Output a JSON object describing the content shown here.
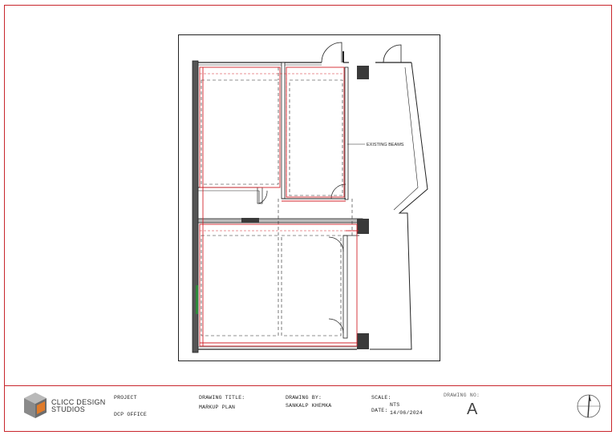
{
  "annotation": {
    "existing_beams": "EXISTING BEAMS"
  },
  "title_block": {
    "firm_name_line1": "CLICC DESIGN",
    "firm_name_line2": "STUDIOS",
    "project_label": "PROJECT",
    "project_value": "DCP OFFICE",
    "drawing_title_label": "DRAWING TITLE:",
    "drawing_title_value": "MARKUP PLAN",
    "drawing_by_label": "DRAWING BY:",
    "drawing_by_value": "SANKALP KHEMKA",
    "scale_label": "SCALE:",
    "scale_value": "NTS",
    "date_label": "DATE:",
    "date_value": "14/06/2024",
    "drawing_no_label": "DRAWING NO:",
    "drawing_no_value": "A"
  },
  "icons": {
    "logo": "cube-logo-icon",
    "north": "north-arrow-icon"
  },
  "colors": {
    "border": "#c8262c",
    "markup": "#d3232b",
    "wall": "#222222",
    "column": "#3a3a3a"
  }
}
